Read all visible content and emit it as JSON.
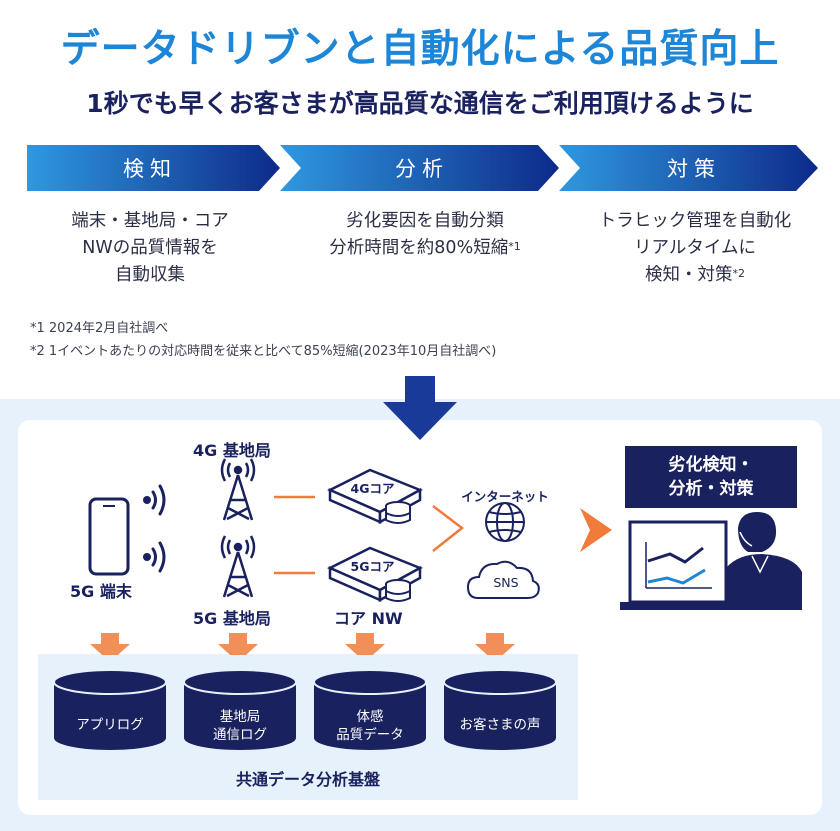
{
  "header": {
    "title": "データドリブンと自動化による品質向上",
    "subtitle": "1秒でも早くお客さまが高品質な通信をご利用頂けるように"
  },
  "steps": [
    {
      "label": "検知",
      "description": [
        "端末・基地局・コア",
        "NWの品質情報を",
        "自動収集"
      ],
      "note_ref": ""
    },
    {
      "label": "分析",
      "description": [
        "劣化要因を自動分類",
        "分析時間を約80%短縮"
      ],
      "note_ref": "*1"
    },
    {
      "label": "対策",
      "description": [
        "トラヒック管理を自動化",
        "リアルタイムに",
        "検知・対策"
      ],
      "note_ref": "*2"
    }
  ],
  "footnotes": [
    "*1  2024年2月自社調べ",
    "*2  1イベントあたりの対応時間を従来と比べて85%短縮(2023年10月自社調べ)"
  ],
  "network": {
    "terminal_label": "5G 端末",
    "base_4g_label": "4G 基地局",
    "base_5g_label": "5G 基地局",
    "core_4g_label": "4Gコア",
    "core_5g_label": "5Gコア",
    "core_nw_label": "コア NW",
    "internet_label": "インターネット",
    "sns_label": "SNS"
  },
  "output_box": [
    "劣化検知・",
    "分析・対策"
  ],
  "platform": {
    "label": "共通データ分析基盤",
    "databases": [
      {
        "line1": "アプリログ",
        "line2": ""
      },
      {
        "line1": "基地局",
        "line2": "通信ログ"
      },
      {
        "line1": "体感",
        "line2": "品質データ"
      },
      {
        "line1": "お客さまの声",
        "line2": ""
      }
    ]
  },
  "colors": {
    "title_blue": "#1d86d6",
    "navy": "#19215e",
    "chevron_start": "#2f98e0",
    "chevron_end": "#0d2a8a",
    "accent_orange": "#f07b3a",
    "panel_bg": "#e6f1fb"
  },
  "icons": [
    "smartphone-icon",
    "signal-waves-icon",
    "antenna-tower-icon",
    "server-box-icon",
    "globe-icon",
    "cloud-icon",
    "database-icon",
    "analyst-monitor-icon",
    "down-arrow-icon"
  ]
}
